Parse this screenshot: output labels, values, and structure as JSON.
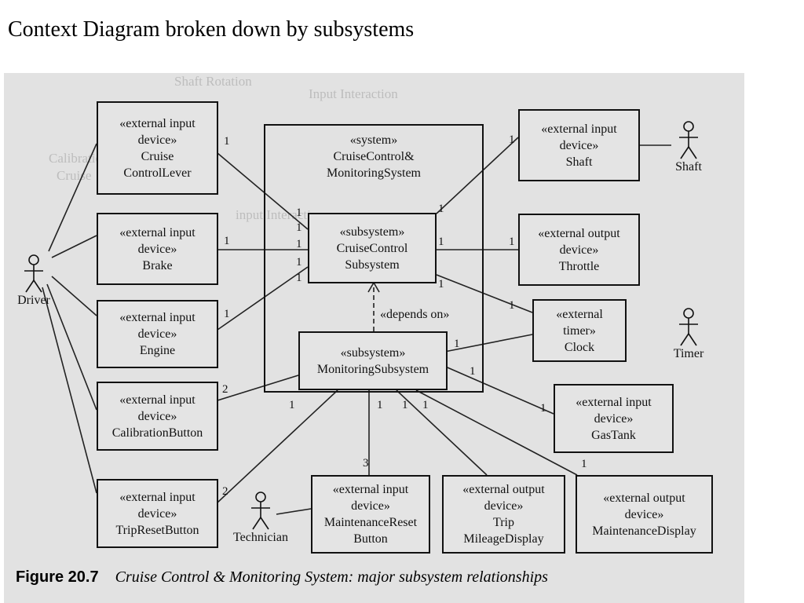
{
  "slide": {
    "title": "Context Diagram broken down by subsystems"
  },
  "blocks": {
    "cruise_lever": [
      "«external input",
      "device»",
      "Cruise",
      "ControlLever"
    ],
    "brake": [
      "«external input",
      "device»",
      "Brake"
    ],
    "engine": [
      "«external input",
      "device»",
      "Engine"
    ],
    "calibration": [
      "«external input",
      "device»",
      "CalibrationButton"
    ],
    "trip_reset": [
      "«external input",
      "device»",
      "TripResetButton"
    ],
    "system": [
      "«system»",
      "CruiseControl&",
      "MonitoringSystem"
    ],
    "cruise_sub": [
      "«subsystem»",
      "CruiseControl",
      "Subsystem"
    ],
    "monitor_sub": [
      "«subsystem»",
      "MonitoringSubsystem"
    ],
    "shaft": [
      "«external input",
      "device»",
      "Shaft"
    ],
    "throttle": [
      "«external output",
      "device»",
      "Throttle"
    ],
    "timer": [
      "«external",
      "timer»",
      "Clock"
    ],
    "gastank": [
      "«external input",
      "device»",
      "GasTank"
    ],
    "maint_reset": [
      "«external input",
      "device»",
      "MaintenanceReset",
      "Button"
    ],
    "trip": [
      "«external output",
      "device»",
      "Trip",
      "MileageDisplay"
    ],
    "maint_display": [
      "«external output",
      "device»",
      "MaintenanceDisplay"
    ]
  },
  "actors": {
    "driver": "Driver",
    "shaft": "Shaft",
    "timer": "Timer",
    "technician": "Technician"
  },
  "dependency_label": "«depends on»",
  "multiplicities": [
    "1",
    "1",
    "1",
    "1",
    "1",
    "1",
    "1",
    "1",
    "1",
    "1",
    "1",
    "1",
    "1",
    "1",
    "1",
    "1",
    "1",
    "1",
    "2",
    "2",
    "3",
    "1",
    "1",
    "1",
    "1"
  ],
  "caption": {
    "figure": "Figure 20.7",
    "text": "Cruise Control & Monitoring System: major subsystem relationships"
  },
  "background_text": [
    "Shaft Rotation",
    "Input Interaction",
    "Calibration",
    "Cruise",
    "input Interaction"
  ]
}
